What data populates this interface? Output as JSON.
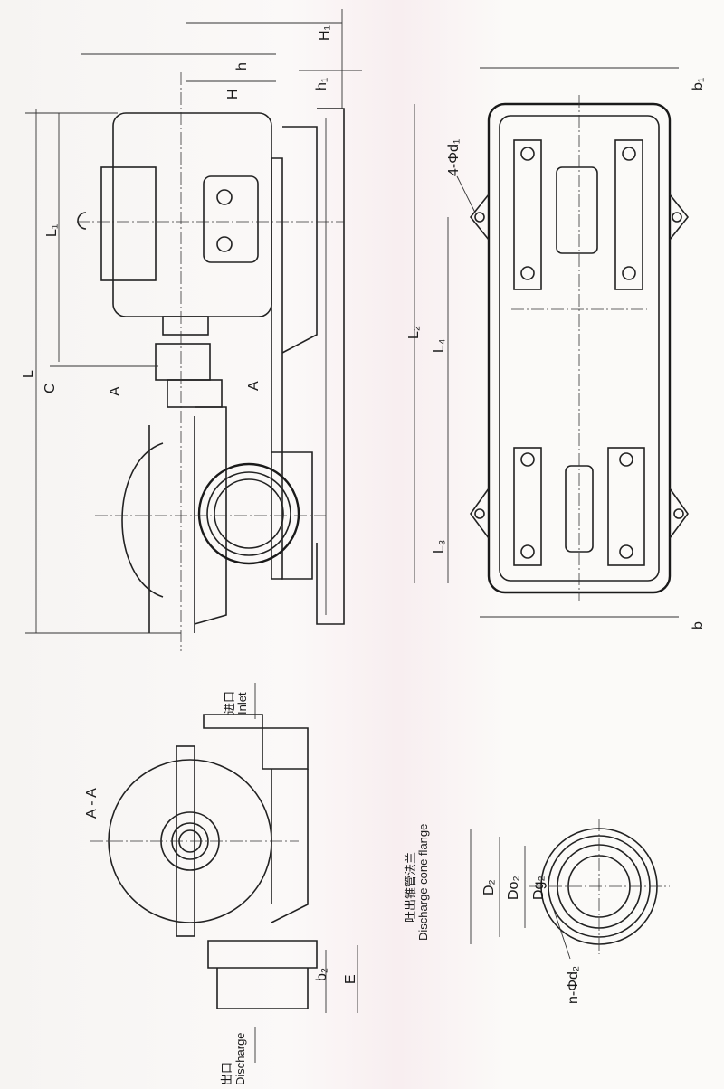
{
  "elevation_view": {
    "dimensions": {
      "H1": "H₁",
      "h": "h",
      "H": "H",
      "h1": "h₁",
      "L1": "L₁",
      "L": "L",
      "C": "C"
    },
    "section_marks": [
      "A",
      "A"
    ]
  },
  "base_plan_view": {
    "dimensions": {
      "L2": "L₂",
      "L4": "L₄",
      "L3": "L₃",
      "b": "b",
      "b1": "b₁",
      "holes": "4-Φd₁"
    }
  },
  "section_view": {
    "title": "A - A",
    "inlet_cn": "进口",
    "inlet_en": "Inlet",
    "outlet_cn": "出口",
    "outlet_en": "Discharge",
    "dimensions": {
      "b2": "b₂",
      "E": "E"
    }
  },
  "flange_view": {
    "title_cn": "吐出锥管法兰",
    "title_en": "Discharge cone flange",
    "dimensions": {
      "D2": "D₂",
      "Do2": "Do₂",
      "Dg2": "Dg₂",
      "holes": "n-Φd₂"
    }
  }
}
